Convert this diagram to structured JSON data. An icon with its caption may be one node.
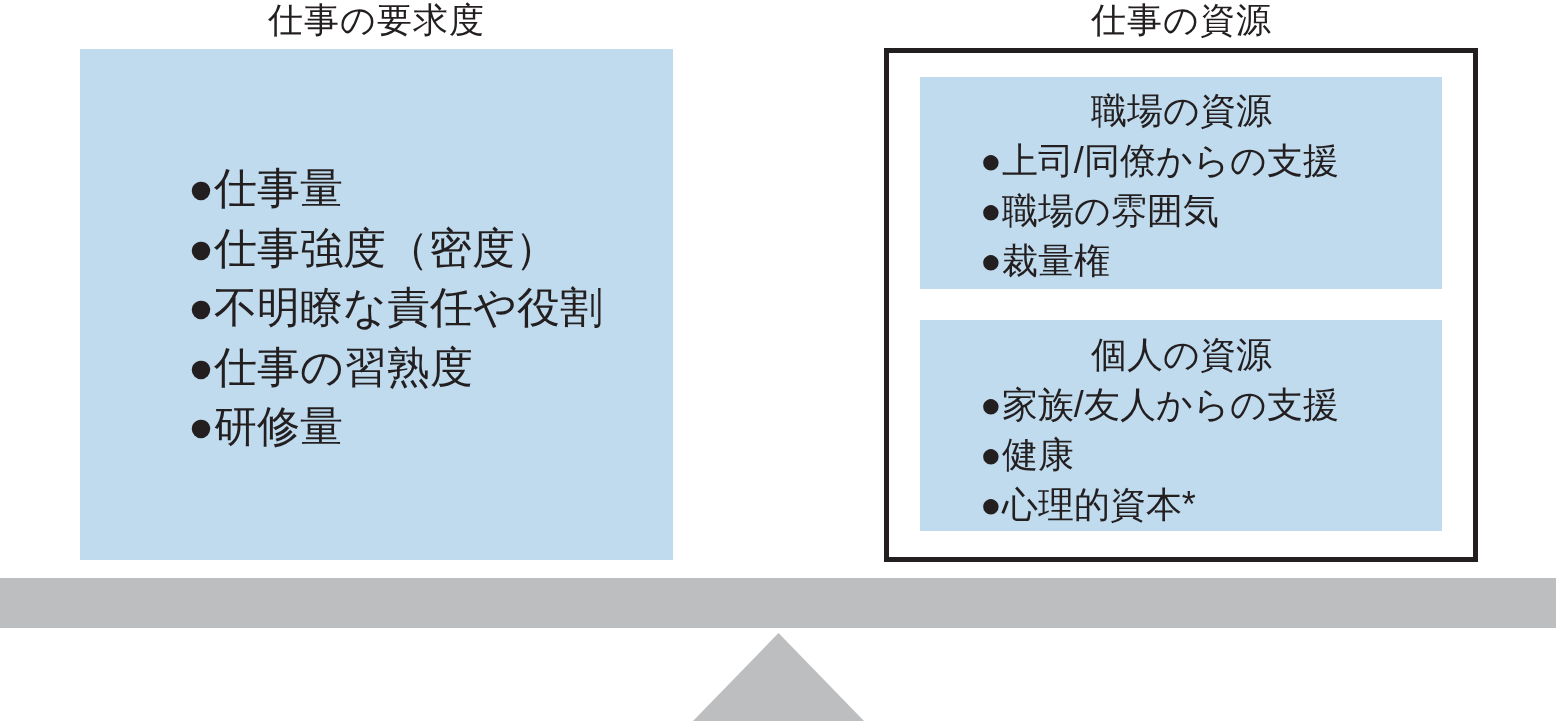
{
  "diagram": {
    "nodes": [
      {
        "text": [
          "仕事の要求度",
          "●仕事量",
          "●仕事強度（密度）",
          "●不明瞭な責任や役割",
          "●仕事の習熟度",
          "●研修量"
        ]
      },
      {
        "text": [
          "仕事の資源"
        ]
      },
      {
        "text": [
          "職場の資源",
          "●上司/同僚からの支援",
          "●職場の雰囲気",
          "●裁量権"
        ],
        "in": 1
      },
      {
        "text": [
          "個人の資源",
          "●家族/友人からの支援",
          "●健康",
          "●心理的資本*"
        ],
        "in": 1
      }
    ]
  }
}
